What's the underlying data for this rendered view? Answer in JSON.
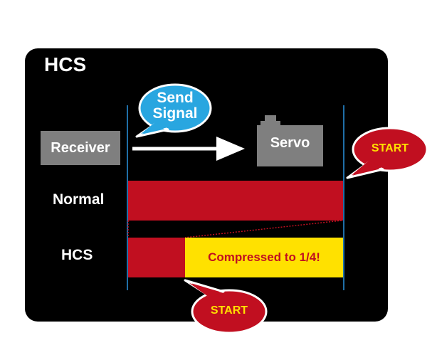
{
  "title": "HCS",
  "labels": {
    "send_signal_line1": "Send",
    "send_signal_line2": "Signal",
    "receiver": "Receiver",
    "servo": "Servo",
    "normal": "Normal",
    "hcs_row": "HCS",
    "start_top": "START",
    "start_bottom": "START",
    "compressed": "Compressed to 1/4!"
  },
  "colors": {
    "background": "#000000",
    "bar_red": "#c10f20",
    "compressed_yellow": "#ffe100",
    "bubble_blue": "#29a6e0",
    "box_gray": "#7f7f7f"
  },
  "icons": {
    "arrow": "arrow-right",
    "servo": "servo-motor"
  }
}
